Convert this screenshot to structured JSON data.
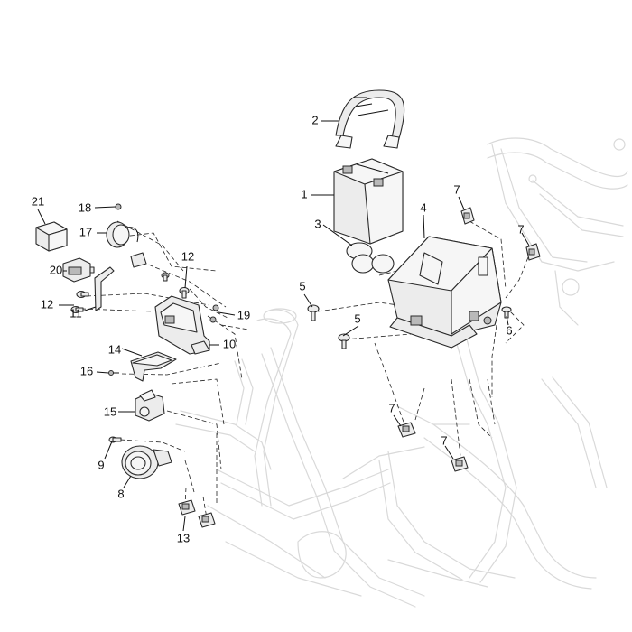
{
  "callouts": [
    {
      "id": "c1",
      "label": "1"
    },
    {
      "id": "c2",
      "label": "2"
    },
    {
      "id": "c3",
      "label": "3"
    },
    {
      "id": "c4",
      "label": "4"
    },
    {
      "id": "c5a",
      "label": "5"
    },
    {
      "id": "c5b",
      "label": "5"
    },
    {
      "id": "c6",
      "label": "6"
    },
    {
      "id": "c7a",
      "label": "7"
    },
    {
      "id": "c7b",
      "label": "7"
    },
    {
      "id": "c7c",
      "label": "7"
    },
    {
      "id": "c7d",
      "label": "7"
    },
    {
      "id": "c8",
      "label": "8"
    },
    {
      "id": "c9",
      "label": "9"
    },
    {
      "id": "c10",
      "label": "10"
    },
    {
      "id": "c11",
      "label": "11"
    },
    {
      "id": "c12a",
      "label": "12"
    },
    {
      "id": "c12b",
      "label": "12"
    },
    {
      "id": "c13",
      "label": "13"
    },
    {
      "id": "c14",
      "label": "14"
    },
    {
      "id": "c15",
      "label": "15"
    },
    {
      "id": "c16",
      "label": "16"
    },
    {
      "id": "c17",
      "label": "17"
    },
    {
      "id": "c18",
      "label": "18"
    },
    {
      "id": "c19",
      "label": "19"
    },
    {
      "id": "c20",
      "label": "20"
    },
    {
      "id": "c21",
      "label": "21"
    }
  ]
}
